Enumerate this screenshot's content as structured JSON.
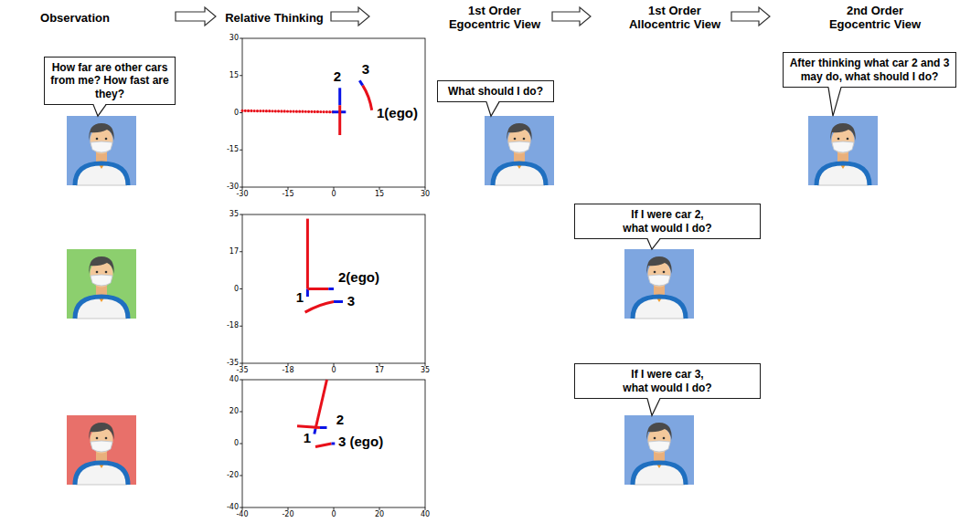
{
  "diagram": {
    "nodes": [
      {
        "text": [
          "How far are other cars from me? How fast are they?"
        ]
      },
      {
        "text": [
          "What should I do?"
        ]
      },
      {
        "text": [
          "After thinking what car 2 and 3 may do, what should I do?"
        ]
      },
      {
        "text": [
          "If I were car 2, what would I do?"
        ]
      },
      {
        "text": [
          "If I were car 3, what would I do?"
        ]
      }
    ],
    "labels": [
      "Observation",
      "Relative Thinking",
      "1st Order Egocentric View",
      "1st Order Allocentric View",
      "2nd Order Egocentric View",
      "30",
      "15",
      "0",
      "-15",
      "-30",
      "-30",
      "-15",
      "0",
      "15",
      "30",
      "2",
      "3",
      "1(ego)",
      "35",
      "17",
      "0",
      "-18",
      "-35",
      "-35",
      "-18",
      "0",
      "17",
      "35",
      "1",
      "2(ego)",
      "3",
      "40",
      "20",
      "0",
      "-20",
      "-40",
      "-40",
      "-20",
      "0",
      "20",
      "40",
      "1",
      "2",
      "3 (ego)"
    ]
  }
}
